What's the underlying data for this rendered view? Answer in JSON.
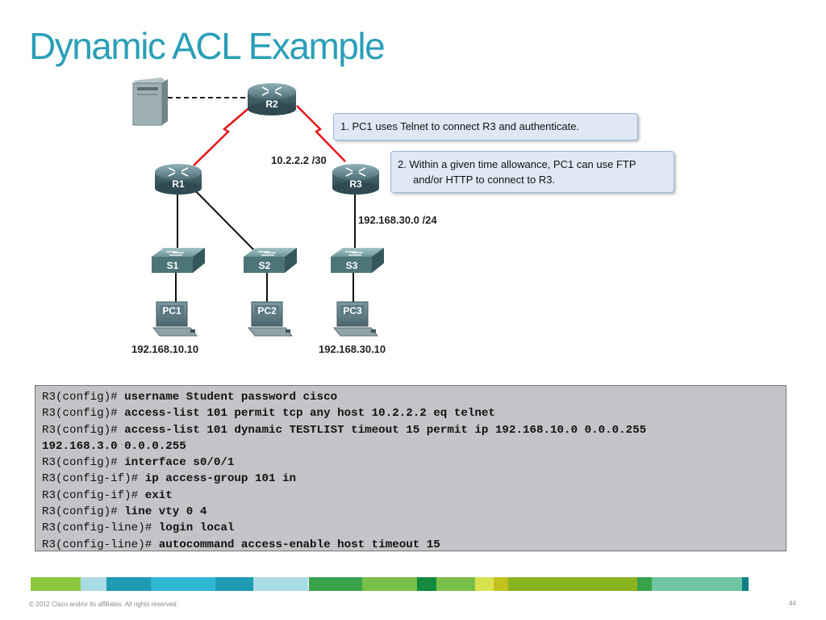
{
  "title": "Dynamic ACL Example",
  "diagram": {
    "routers": [
      "R1",
      "R2",
      "R3"
    ],
    "switches": [
      "S1",
      "S2",
      "S3"
    ],
    "pcs": [
      "PC1",
      "PC2",
      "PC3"
    ],
    "labels": {
      "r3_serial": "10.2.2.2 /30",
      "r3_lan": "192.168.30.0 /24",
      "pc1_ip": "192.168.10.10",
      "pc3_ip": "192.168.30.10"
    },
    "callouts": {
      "step1": "1. PC1 uses Telnet to connect R3 and authenticate.",
      "step2_line1": "2. Within a given time allowance, PC1 can use FTP",
      "step2_line2": "and/or HTTP to connect to R3."
    },
    "colors": {
      "serial_link": "#e8141b",
      "router": "#5f7f86",
      "switch": "#5f8b8e"
    }
  },
  "config": [
    {
      "prompt": "R3(config)# ",
      "cmd": "username Student password cisco"
    },
    {
      "prompt": "R3(config)# ",
      "cmd": "access-list 101 permit tcp any host 10.2.2.2 eq telnet"
    },
    {
      "prompt": "R3(config)# ",
      "cmd": "access-list 101 dynamic TESTLIST timeout 15 permit ip 192.168.10.0 0.0.0.255"
    },
    {
      "prompt": "",
      "cmd": "192.168.3.0 0.0.0.255"
    },
    {
      "prompt": "R3(config)# ",
      "cmd": "interface s0/0/1"
    },
    {
      "prompt": "R3(config-if)# ",
      "cmd": "ip access-group 101 in"
    },
    {
      "prompt": "R3(config-if)# ",
      "cmd": "exit"
    },
    {
      "prompt": "R3(config)# ",
      "cmd": "line vty 0 4"
    },
    {
      "prompt": "R3(config-line)# ",
      "cmd": "login local"
    },
    {
      "prompt": "R3(config-line)# ",
      "cmd": "autocommand access-enable host timeout 15"
    }
  ],
  "footer": "© 2012 Cisco and/or its affiliates. All rights reserved.",
  "page_number": "44",
  "stripe_colors": [
    "#8dc63f",
    "#a9dbe3",
    "#1f9ab3",
    "#2fb8d1",
    "#1f9ab3",
    "#a9dbe3",
    "#ffffff",
    "#3aa24a",
    "#78bf4a",
    "#138a3e",
    "#78bf4a",
    "#d7e34e",
    "#c1c21e",
    "#8bb31f",
    "#8bb31f",
    "#3aa24a",
    "#6fc6a1",
    "#0e7f86"
  ]
}
